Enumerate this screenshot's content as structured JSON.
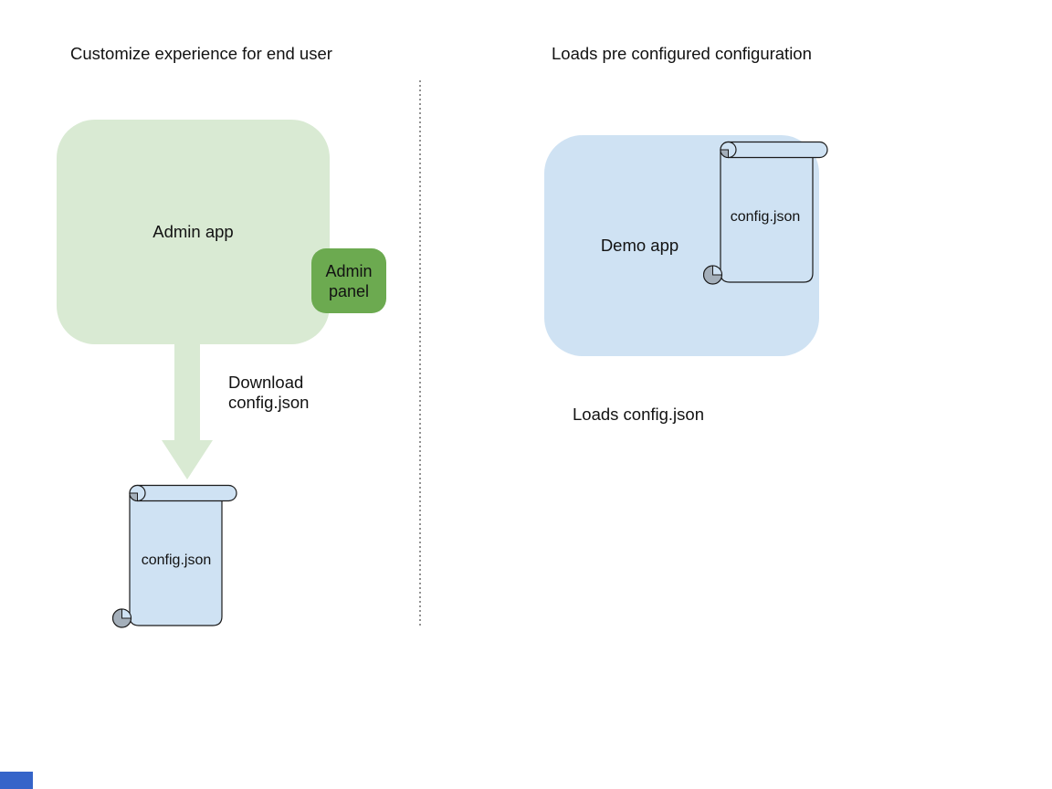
{
  "diagram": {
    "left": {
      "title": "Customize experience for end user",
      "admin_app_label": "Admin app",
      "admin_panel_label": "Admin panel",
      "arrow_caption": "Download\nconfig.json",
      "config_filename": "config.json"
    },
    "right": {
      "title": "Loads pre configured configuration",
      "demo_app_label": "Demo app",
      "config_filename": "config.json",
      "caption": "Loads config.json"
    },
    "colors": {
      "app_light_green": "#d9ead3",
      "panel_green": "#6caa50",
      "file_light_blue": "#cfe2f3",
      "scroll_curl_gray": "#a4afba",
      "outline_black": "#1b1b1b",
      "divider_gray": "#929292",
      "text": "#121212",
      "corner_blue": "#3564c9"
    }
  }
}
